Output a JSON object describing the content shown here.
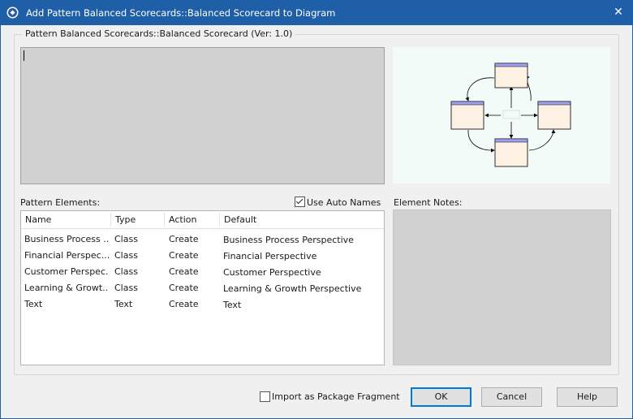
{
  "window": {
    "title": "Add Pattern Balanced Scorecards::Balanced Scorecard to Diagram",
    "close_glyph": "✕"
  },
  "group_title": "Pattern Balanced Scorecards::Balanced Scorecard (Ver: 1.0)",
  "pattern_elements_label": "Pattern Elements:",
  "use_auto_names": {
    "label": "Use Auto Names",
    "checked": true
  },
  "element_notes_label": "Element Notes:",
  "table": {
    "columns": [
      "Name",
      "Type",
      "Action",
      "Default"
    ],
    "rows": [
      {
        "name": "Business Process ...",
        "type": "Class",
        "action": "Create",
        "default": "Business Process Perspective"
      },
      {
        "name": "Financial Perspec...",
        "type": "Class",
        "action": "Create",
        "default": "Financial Perspective"
      },
      {
        "name": "Customer Perspec...",
        "type": "Class",
        "action": "Create",
        "default": "Customer Perspective"
      },
      {
        "name": "Learning & Growt...",
        "type": "Class",
        "action": "Create",
        "default": "Learning & Growth Perspective"
      },
      {
        "name": "Text",
        "type": "Text",
        "action": "Create",
        "default": "Text"
      }
    ]
  },
  "import_fragment": {
    "label": "Import as Package Fragment",
    "checked": false
  },
  "buttons": {
    "ok": "OK",
    "cancel": "Cancel",
    "help": "Help"
  },
  "colors": {
    "titlebar": "#1e5fa8",
    "class_fill": "#fdf1e3",
    "class_header": "#9fa0f0",
    "preview_bg": "#f2fbf7"
  }
}
